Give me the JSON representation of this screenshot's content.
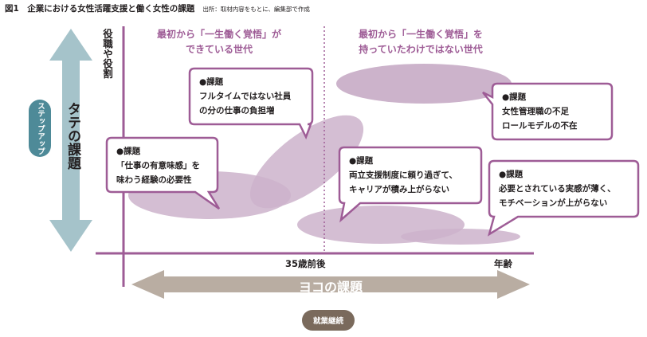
{
  "header": {
    "title": "図1　企業における女性活躍支援と働く女性の課題",
    "source": "出所：取材内容をもとに、編集部で作成"
  },
  "axes": {
    "y_label": "役職や役割",
    "vertical_arrow_label": "タテの課題",
    "step_up_label": "ステップアップ",
    "x_mark_label": "35歳前後",
    "x_end_label": "年齢",
    "horizontal_arrow_label": "ヨコの課題",
    "continuation_label": "就業継続"
  },
  "regions": {
    "left": [
      "最初から「一生働く覚悟」が",
      "できている世代"
    ],
    "right": [
      "最初から「一生働く覚悟」を",
      "持っていたわけではない世代"
    ]
  },
  "issues": [
    {
      "heading": "●課題",
      "lines": [
        "フルタイムではない社員",
        "の分の仕事の負担増"
      ]
    },
    {
      "heading": "●課題",
      "lines": [
        "「仕事の有意味感」を",
        "味わう経験の必要性"
      ]
    },
    {
      "heading": "●課題",
      "lines": [
        "両立支援制度に頼り過ぎて、",
        "キャリアが積み上がらない"
      ]
    },
    {
      "heading": "●課題",
      "lines": [
        "女性管理職の不足",
        "ロールモデルの不在"
      ]
    },
    {
      "heading": "●課題",
      "lines": [
        "必要とされている実感が薄く、",
        "モチベーションが上がらない"
      ]
    }
  ],
  "colors": {
    "accent_purple": "#9e5c96",
    "ellipse_fill": "#ccb3cb",
    "vertical_arrow": "#a5c3ca",
    "step_up_pill": "#4e8a98",
    "horizontal_arrow": "#b9ada2",
    "continuation_pill": "#7a6a5c"
  }
}
